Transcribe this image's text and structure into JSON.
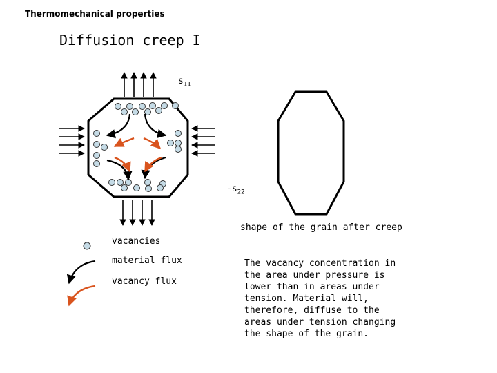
{
  "header": {
    "title": "Thermomechanical properties"
  },
  "slide": {
    "title": "Diffusion creep I"
  },
  "diagram": {
    "stress_top_label": "s",
    "stress_top_sub": "11",
    "stress_side_prefix": "-s",
    "stress_side_sub": "22",
    "shape_caption": "shape of the grain after creep"
  },
  "legend": {
    "vacancies": "vacancies",
    "material_flux": "material flux",
    "vacancy_flux": "vacancy flux"
  },
  "explanation": "The vacancy concentration in the area under pressure is lower than in areas under tension. Material will, therefore, diffuse to the areas under tension changing the shape of the grain.",
  "colors": {
    "vacancy_fill": "#c5dbe6",
    "vacancy_flux": "#d9541e",
    "material_flux": "#000000"
  }
}
